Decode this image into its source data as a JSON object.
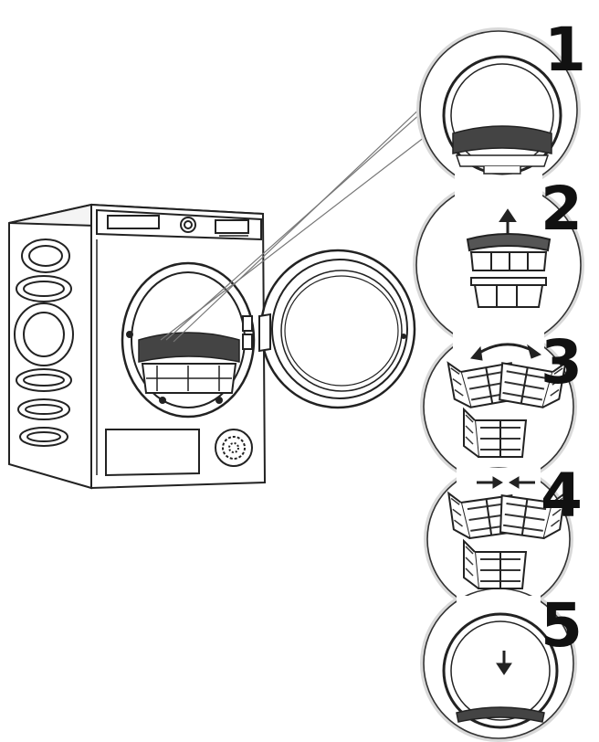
{
  "steps": [
    {
      "number": "1"
    },
    {
      "number": "2"
    },
    {
      "number": "3"
    },
    {
      "number": "4"
    },
    {
      "number": "5"
    }
  ],
  "colors": {
    "line": "#1a1a1a",
    "halo": "#d9d9d9",
    "fill": "#ffffff",
    "dark": "#333333"
  },
  "icons": [
    "dryer-illustration",
    "lint-filter-icon",
    "up-arrow-icon",
    "curved-double-arrow-icon",
    "inward-arrows-icon",
    "down-arrow-icon"
  ]
}
